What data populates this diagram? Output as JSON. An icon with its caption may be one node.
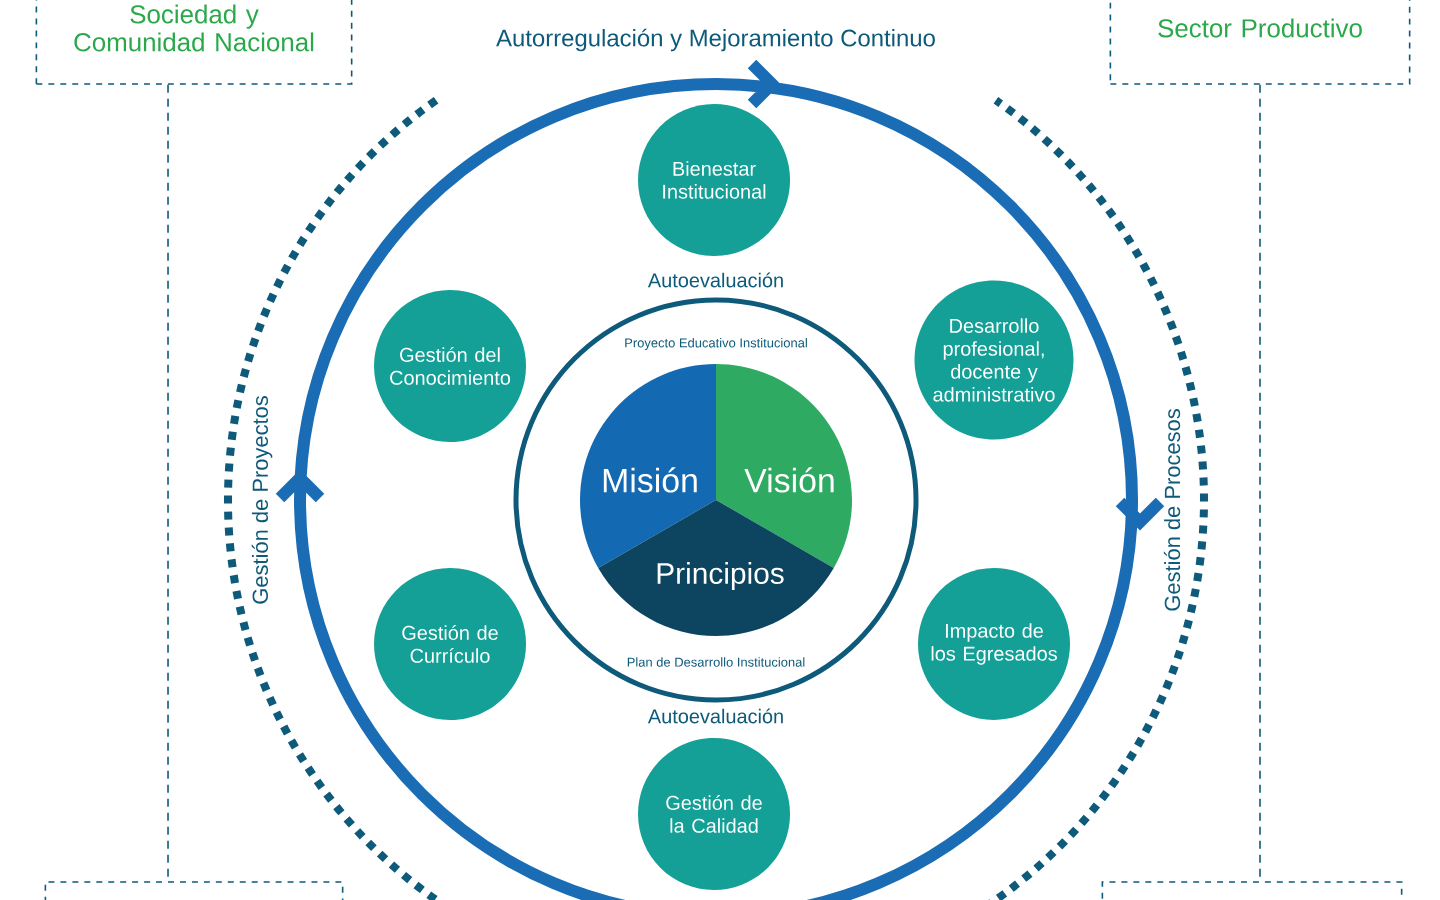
{
  "diagram": {
    "nodes": [
      {
        "text": [
          "Sociedad y Comunidad Nacional"
        ]
      },
      {
        "text": [
          "Sector Productivo"
        ]
      },
      {
        "text": [
          "Bienestar Institucional"
        ]
      },
      {
        "text": [
          "Gestión del Conocimiento"
        ]
      },
      {
        "text": [
          "Desarrollo profesional, docente y administrativo"
        ]
      },
      {
        "text": [
          "Misión"
        ]
      },
      {
        "text": [
          "Visión"
        ]
      },
      {
        "text": [
          "Principios"
        ]
      },
      {
        "text": [
          "Gestión de Currículo"
        ]
      },
      {
        "text": [
          "Impacto de los Egresados"
        ]
      },
      {
        "text": [
          "Gestión de la Calidad"
        ]
      },
      {
        "text": [],
        "shape": "box"
      },
      {
        "text": [],
        "shape": "box"
      }
    ],
    "edges": [
      {
        "from": 0,
        "to": 11,
        "arrow": "none",
        "style": "dashed"
      },
      {
        "from": 1,
        "to": 12,
        "arrow": "none",
        "style": "dashed"
      }
    ],
    "labels": [
      "Autorregulación y Mejoramiento Continuo",
      "Gestión de Proyectos",
      "Autoevaluación",
      "Proyecto Educativo Institucional",
      "Gestión de Procesos",
      "Plan de Desarrollo Institucional",
      "Autoevaluación"
    ]
  }
}
